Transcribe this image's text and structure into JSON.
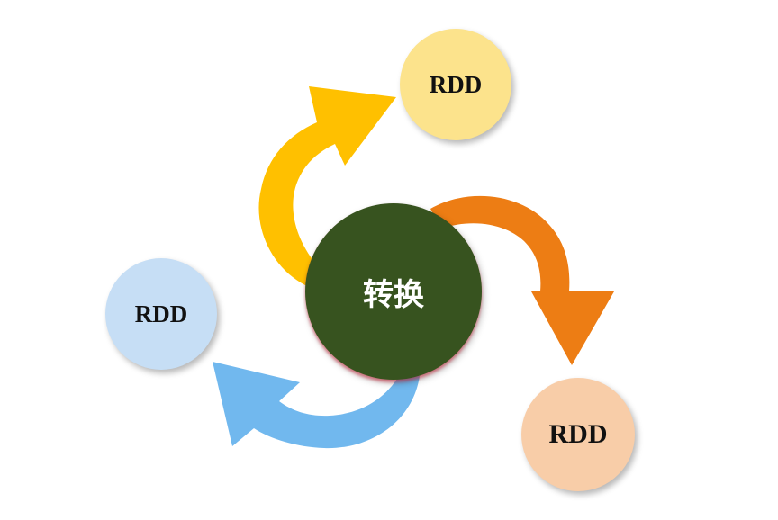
{
  "center": {
    "label": "转换",
    "color": "#37531f"
  },
  "nodes": {
    "top": {
      "label": "RDD",
      "color": "#fce38c"
    },
    "left": {
      "label": "RDD",
      "color": "#c6def5"
    },
    "bottom": {
      "label": "RDD",
      "color": "#f8cda8"
    }
  },
  "arrows": {
    "top": {
      "color": "#ffc000"
    },
    "right": {
      "color": "#ed7d14"
    },
    "left": {
      "color": "#71b8ee"
    }
  }
}
